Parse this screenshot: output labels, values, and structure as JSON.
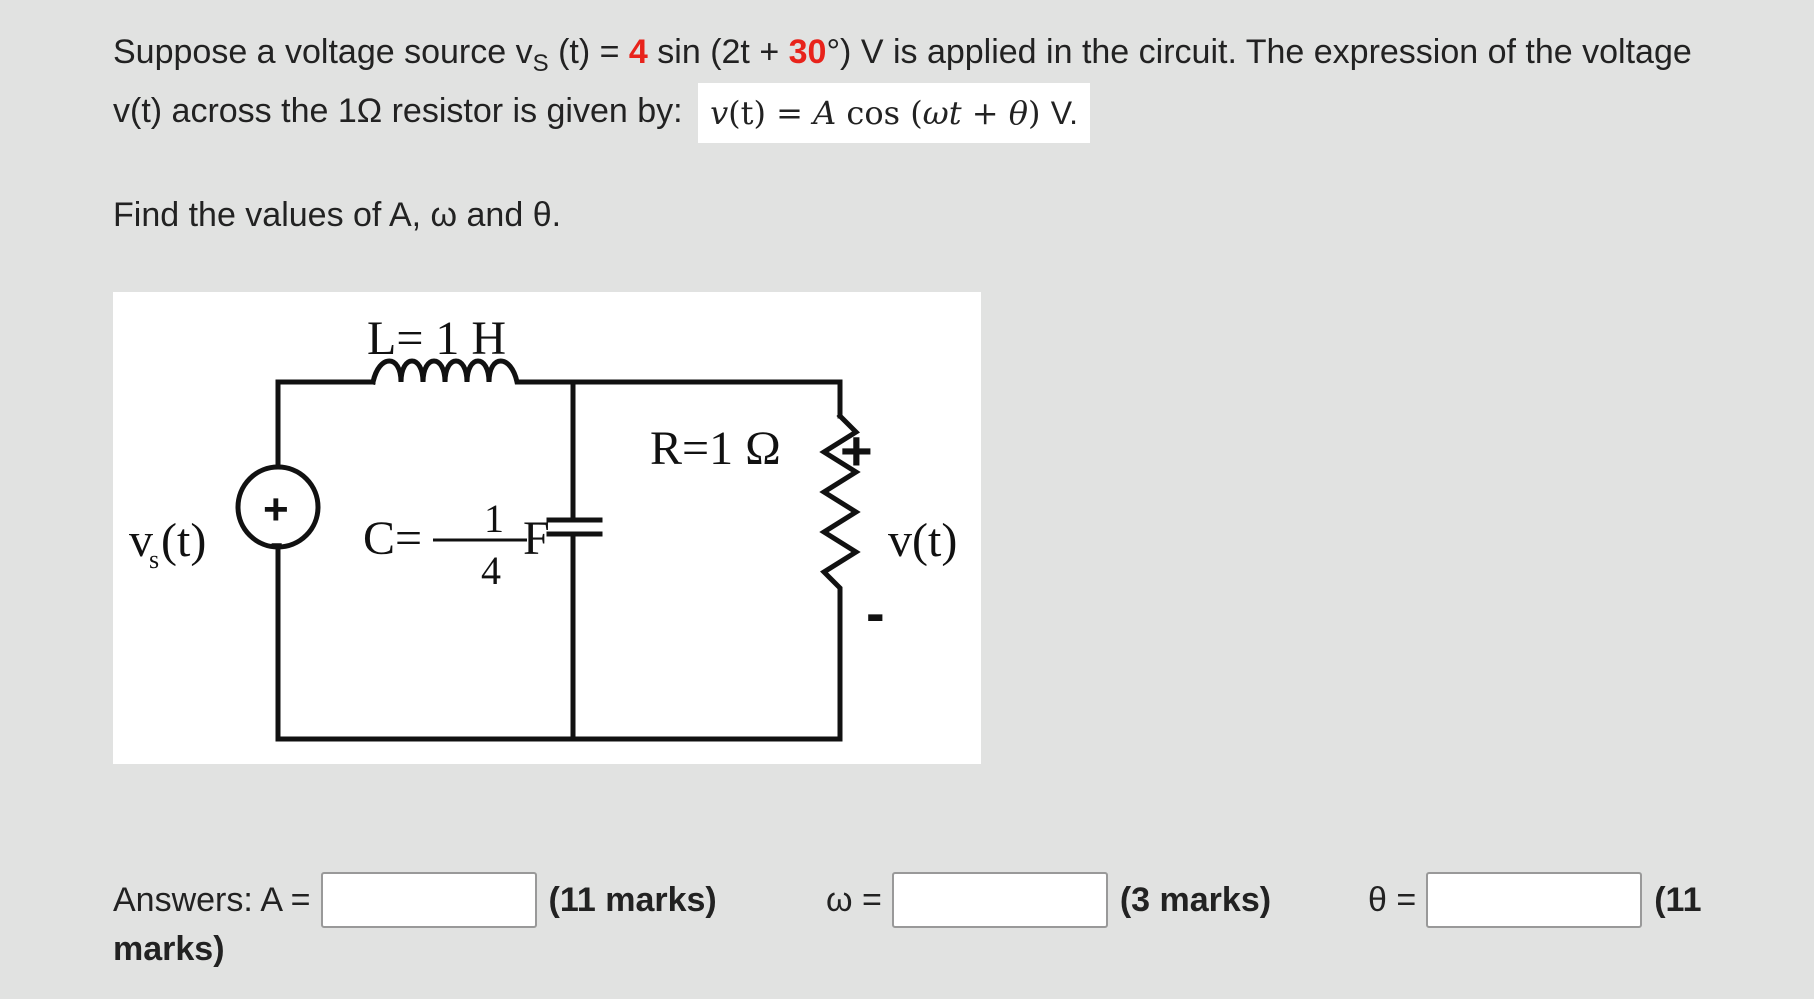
{
  "question": {
    "line1_prefix": "Suppose a voltage source v",
    "source_subscript": "S",
    "line1_mid1": " (t) = ",
    "amplitude": "4",
    "line1_mid2": " sin (2t + ",
    "phase": "30",
    "line1_suffix": "°) V is applied in the circuit. The expression of the voltage",
    "line2": "v(t) across the 1Ω resistor is given by:",
    "expr_v": "v",
    "expr_t": "(t) = ",
    "expr_A": "A",
    "expr_cos": " cos (",
    "expr_w": "ωt",
    "expr_plus": " + ",
    "expr_theta": "θ",
    "expr_close": ") ",
    "expr_unit": "V.",
    "find": "Find the values of A, ω and θ."
  },
  "circuit": {
    "inductor_label": "L= 1 H",
    "resistor_label": "R=1 Ω",
    "capacitor_label_c": "C=",
    "capacitor_frac_num": "1",
    "capacitor_frac_den": "4",
    "capacitor_unit": "F",
    "source_label_v": "v",
    "source_label_s": "s",
    "source_label_t": "(t)",
    "output_label": "v(t)",
    "plus_sign": "+",
    "minus_sign": "-"
  },
  "answers": {
    "intro": "Answers: A =",
    "a_value": "",
    "a_marks": "(11 marks)",
    "omega_label": "ω =",
    "omega_value": "",
    "omega_marks": "(3 marks)",
    "theta_label": "θ =",
    "theta_value": "",
    "theta_marks_start": "(11",
    "theta_marks_end": "marks)"
  },
  "colors": {
    "accent_red": "#e8231b",
    "page_bg": "#e1e2e1"
  }
}
